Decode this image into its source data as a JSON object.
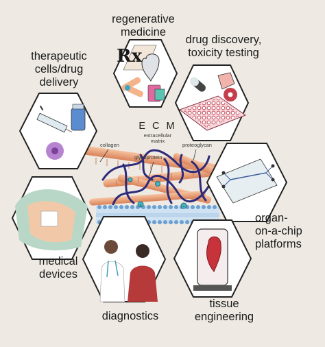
{
  "center": {
    "title": "E C M",
    "subtitle_line1": "extracellular",
    "subtitle_line2": "matrix",
    "components": {
      "collagen": "collagen",
      "glycoprotein": "glycoprotein",
      "proteoglycan": "proteoglycan"
    }
  },
  "applications": {
    "regenerative": {
      "line1": "regenerative",
      "line2": "medicine",
      "icon_text": "Rx"
    },
    "drug_discovery": {
      "line1": "drug discovery,",
      "line2": "toxicity testing"
    },
    "therapeutic": {
      "line1": "therapeutic",
      "line2": "cells/drug",
      "line3": "delivery"
    },
    "organ_chip": {
      "line1": "organ-",
      "line2": "on-a-chip",
      "line3": "platforms"
    },
    "medical_devices": {
      "line1": "medical",
      "line2": "devices"
    },
    "diagnostics": {
      "line1": "diagnostics"
    },
    "tissue": {
      "line1": "tissue",
      "line2": "engineering"
    }
  },
  "colors": {
    "background": "#eeeae3",
    "hex_fill": "#ffffff",
    "hex_stroke": "#222222",
    "collagen": "#e8a27a",
    "fiber": "#2d2a7a",
    "glycoprotein": "#4ab3c0",
    "membrane": "#7ab0d6"
  }
}
